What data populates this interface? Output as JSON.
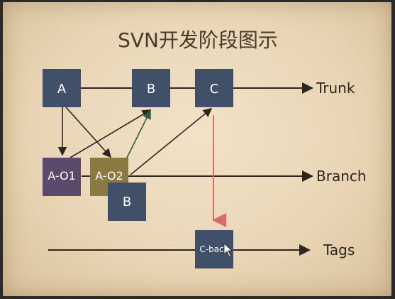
{
  "title": "SVN开发阶段图示",
  "lanes": {
    "trunk": "Trunk",
    "branch": "Branch",
    "tags": "Tags"
  },
  "nodes": {
    "a": "A",
    "b_trunk": "B",
    "c": "C",
    "a01": "A-O1",
    "a02": "A-O2",
    "b_branch": "B",
    "cback": "C-back"
  },
  "colors": {
    "navy": "#3f5068",
    "purple": "#5b4a6b",
    "olive": "#8a7a42",
    "ink": "#2d2620",
    "red": "#d86a6a",
    "green": "#2f5d3a"
  }
}
